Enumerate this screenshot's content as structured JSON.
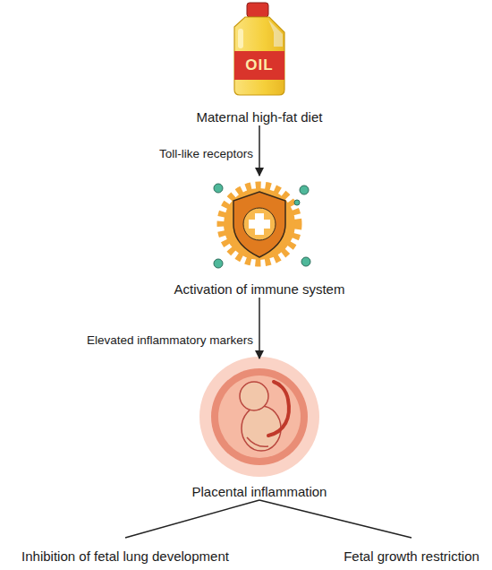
{
  "diagram": {
    "nodes": [
      {
        "text": [
          "Maternal high-fat diet"
        ]
      },
      {
        "text": [
          "Activation of immune system"
        ]
      },
      {
        "text": [
          "Placental inflammation"
        ]
      },
      {
        "text": [
          "Inhibition of fetal lung development"
        ]
      },
      {
        "text": [
          "Fetal growth restriction"
        ]
      }
    ],
    "edges": [
      {
        "from": 0,
        "to": 1,
        "label": "Toll-like receptors",
        "arrow": "to"
      },
      {
        "from": 1,
        "to": 2,
        "label": "Elevated inflammatory markers",
        "arrow": "to"
      },
      {
        "from": 2,
        "to": 3,
        "arrow": "none"
      },
      {
        "from": 2,
        "to": 4,
        "arrow": "none"
      }
    ],
    "labels": [
      "OIL"
    ]
  }
}
